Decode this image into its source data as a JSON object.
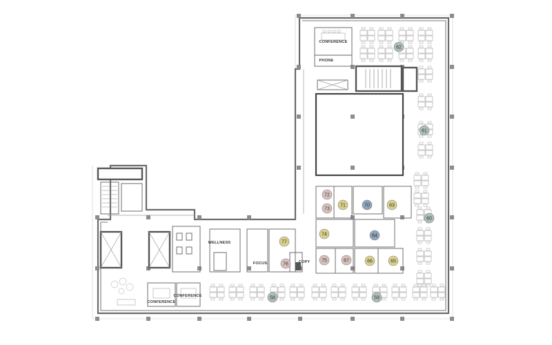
{
  "rooms": {
    "conference_north": "CONFERENCE",
    "phone": "PHONE",
    "wellness": "WELLNESS",
    "focus": "FOCUS",
    "copy": "COPY",
    "conference_sw1": "CONFERENCE",
    "conference_sw2": "CONFERENCE"
  },
  "colors": {
    "teal": "#aebfb7",
    "yellow": "#d9d08b",
    "pink": "#d9c0bc",
    "blue": "#8fa4bd"
  },
  "workstations": [
    {
      "id": "w62",
      "label": "62",
      "tone": "teal"
    },
    {
      "id": "w61",
      "label": "61",
      "tone": "teal"
    },
    {
      "id": "w60",
      "label": "60",
      "tone": "teal"
    },
    {
      "id": "w59",
      "label": "59",
      "tone": "teal"
    },
    {
      "id": "w58",
      "label": "58",
      "tone": "teal"
    },
    {
      "id": "w64",
      "label": "64",
      "tone": "blue"
    },
    {
      "id": "w70",
      "label": "70",
      "tone": "blue"
    },
    {
      "id": "w63",
      "label": "63",
      "tone": "yellow"
    },
    {
      "id": "w71",
      "label": "71",
      "tone": "yellow"
    },
    {
      "id": "w74",
      "label": "74",
      "tone": "yellow"
    },
    {
      "id": "w77",
      "label": "77",
      "tone": "yellow"
    },
    {
      "id": "w66",
      "label": "66",
      "tone": "yellow"
    },
    {
      "id": "w65",
      "label": "65",
      "tone": "yellow"
    },
    {
      "id": "w72",
      "label": "72",
      "tone": "pink"
    },
    {
      "id": "w73",
      "label": "73",
      "tone": "pink"
    },
    {
      "id": "w75",
      "label": "75",
      "tone": "pink"
    },
    {
      "id": "w67",
      "label": "67",
      "tone": "pink"
    },
    {
      "id": "w76",
      "label": "76",
      "tone": "pink"
    }
  ]
}
